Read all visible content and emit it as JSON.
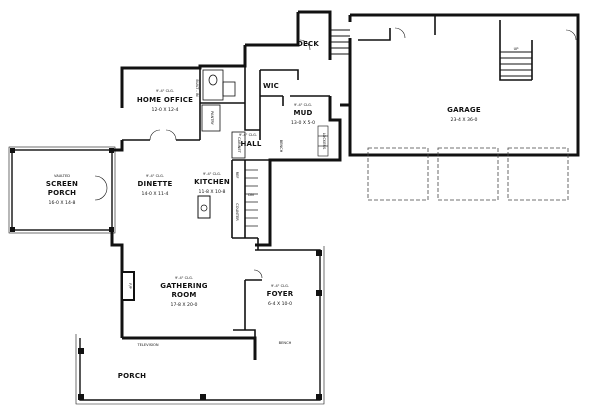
{
  "rooms": {
    "deck": {
      "name": "DECK"
    },
    "garage": {
      "name": "GARAGE",
      "dims": "23-4 X 36-0"
    },
    "home_office": {
      "ceiling": "9'-4\" CLG.",
      "name": "HOME OFFICE",
      "dims": "12-0 X 12-4"
    },
    "wic": {
      "name": "WIC"
    },
    "mud": {
      "ceiling": "9'-4\" CLG.",
      "name": "MUD",
      "dims": "13-0 X 5-0"
    },
    "hall": {
      "ceiling": "9'-4\" CLG.",
      "name": "HALL"
    },
    "screen_porch": {
      "ceiling": "VAULTED",
      "name_line1": "SCREEN",
      "name_line2": "PORCH",
      "dims": "16-0 X 14-8"
    },
    "dinette": {
      "ceiling": "9'-4\" CLG.",
      "name": "DINETTE",
      "dims": "14-0 X 11-4"
    },
    "kitchen": {
      "ceiling": "9'-4\" CLG.",
      "name": "KITCHEN",
      "dims": "11-8 X 10-8"
    },
    "gathering_room": {
      "ceiling": "9'-4\" CLG.",
      "name_line1": "GATHERING",
      "name_line2": "ROOM",
      "dims": "17-8 X 20-0"
    },
    "foyer": {
      "ceiling": "9'-4\" CLG.",
      "name": "FOYER",
      "dims": "6-4 X 10-0"
    },
    "porch": {
      "name": "PORCH"
    }
  },
  "annotations": {
    "built_in": "BUILT - IN",
    "pantry": "PANTRY",
    "cabinet": "CABINET",
    "bench_mud": "BENCH",
    "lockers": "LOCKERS",
    "refrigerator": "REF",
    "countertop": "COUNTER",
    "down_stair": "DN",
    "up_stair": "UP",
    "fireplace": "F/P",
    "television": "TELEVISION",
    "bench_foyer": "BENCH"
  }
}
